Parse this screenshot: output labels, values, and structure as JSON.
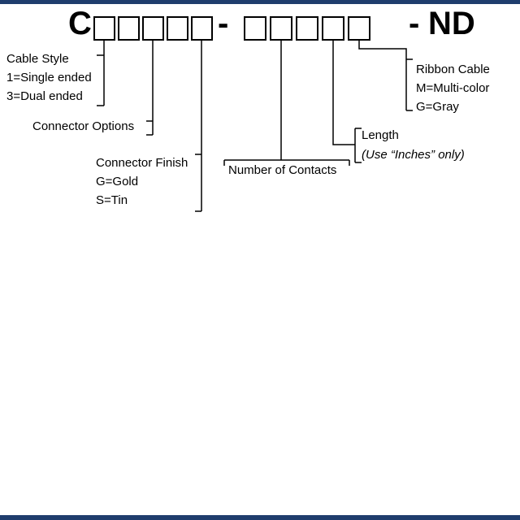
{
  "theme": {
    "accent_bar_color": "#1f3d6d",
    "line_color": "#000000",
    "background": "#ffffff"
  },
  "part_number": {
    "prefix": "C",
    "dash1": "-",
    "dash2": "-",
    "suffix": "ND",
    "group1_boxes": 5,
    "group2_boxes": 5
  },
  "callouts": {
    "cable_style": {
      "label": "Cable Style",
      "option1": "1=Single ended",
      "option2": "3=Dual ended"
    },
    "connector_options": {
      "label": "Connector Options"
    },
    "connector_finish": {
      "label": "Connector Finish",
      "option1": "G=Gold",
      "option2": "S=Tin"
    },
    "number_of_contacts": {
      "label": "Number of Contacts"
    },
    "length": {
      "label": "Length",
      "note": "(Use “Inches” only)"
    },
    "ribbon_cable": {
      "label": "Ribbon Cable",
      "option1": "M=Multi-color",
      "option2": "G=Gray"
    }
  }
}
